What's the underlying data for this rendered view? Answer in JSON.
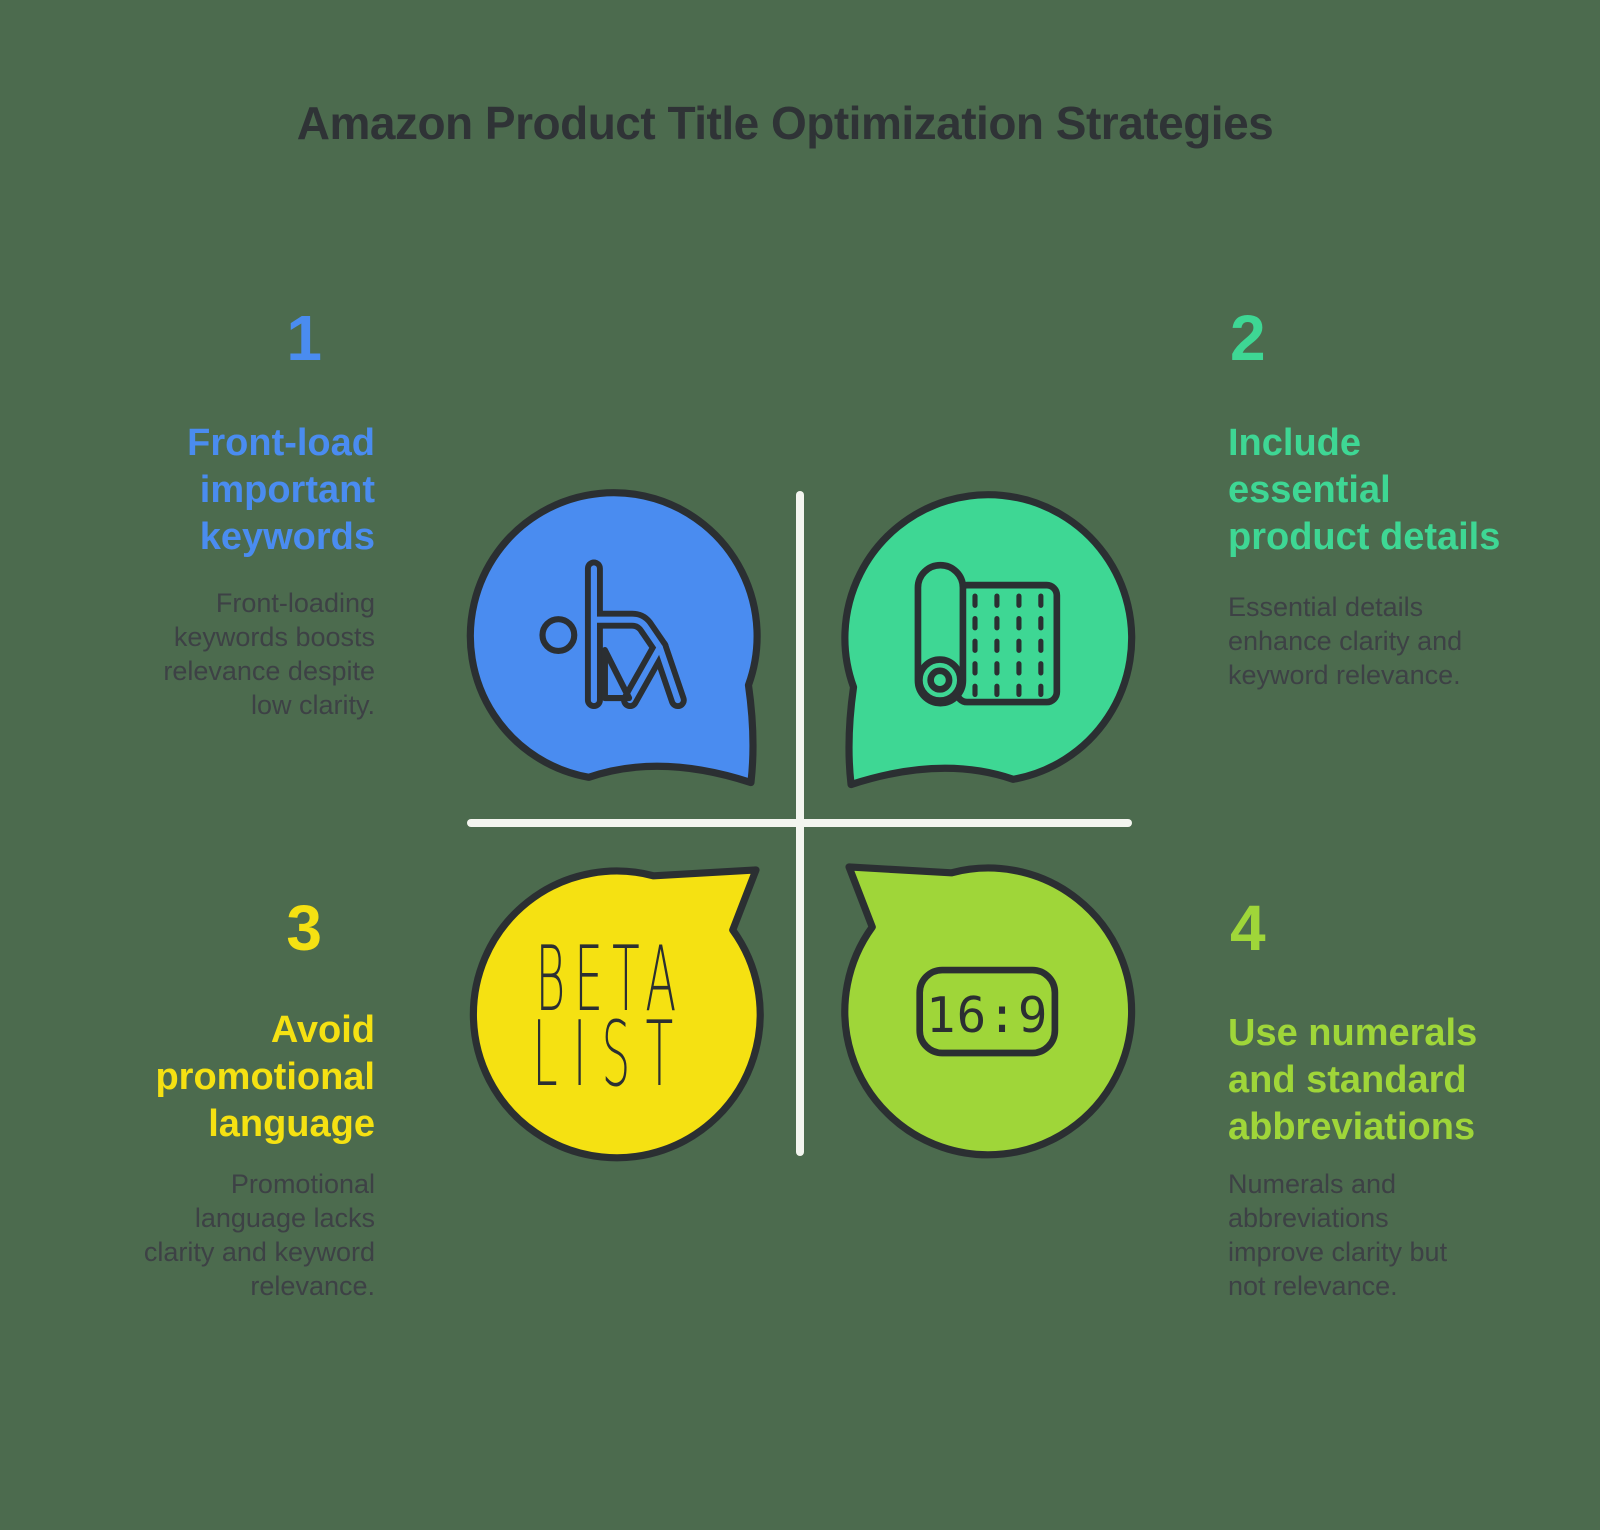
{
  "title": "Amazon Product Title Optimization Strategies",
  "colors": {
    "background": "#4c6b4e",
    "cross_divider": "#f3f5ef",
    "outline_stroke": "#2b2f32",
    "title_text": "#2f3336",
    "body_text": "#3d4145",
    "blue": "#4a8cf0",
    "green": "#3ed794",
    "yellow": "#f5e112",
    "lime": "#9fd639"
  },
  "sections": [
    {
      "number": "1",
      "color": "#4a8cf0",
      "heading_lines": [
        "Front-load",
        "important",
        "keywords"
      ],
      "body_lines": [
        "Front-loading",
        "keywords boosts",
        "relevance despite",
        "low clarity."
      ],
      "icon": "stretching-person-icon"
    },
    {
      "number": "2",
      "color": "#3ed794",
      "heading_lines": [
        "Include",
        "essential",
        "product details"
      ],
      "body_lines": [
        "Essential details",
        "enhance clarity and",
        "keyword relevance."
      ],
      "icon": "yoga-mat-icon"
    },
    {
      "number": "3",
      "color": "#f5e112",
      "heading_lines": [
        "Avoid",
        "promotional",
        "language"
      ],
      "body_lines": [
        "Promotional",
        "language lacks",
        "clarity and keyword",
        "relevance."
      ],
      "icon": "beta-list-logo"
    },
    {
      "number": "4",
      "color": "#9fd639",
      "heading_lines": [
        "Use numerals",
        "and standard",
        "abbreviations"
      ],
      "body_lines": [
        "Numerals and",
        "abbreviations",
        "improve clarity but",
        "not relevance."
      ],
      "icon": "aspect-ratio-icon"
    }
  ],
  "bubble_labels": {
    "beta_line1": "BETA",
    "beta_line2": "LIST",
    "aspect_ratio": "16:9"
  }
}
